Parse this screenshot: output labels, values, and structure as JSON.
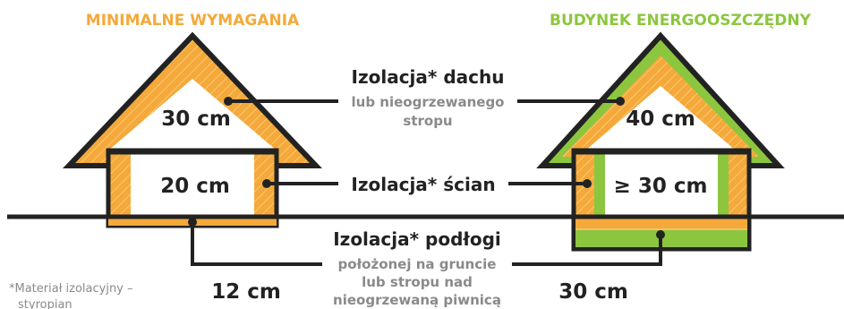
{
  "colors": {
    "orange": "#F4A93A",
    "orange_stripe": "#F7C878",
    "green": "#8CC63F",
    "dark": "#222222",
    "gray": "#8a8a8a",
    "white": "#ffffff"
  },
  "left_house": {
    "heading": "MINIMALNE WYMAGANIA",
    "roof_label": "30 cm",
    "wall_label": "20 cm",
    "floor_label": "12 cm"
  },
  "right_house": {
    "heading": "BUDYNEK ENERGOOSZCZĘDNY",
    "roof_label": "40 cm",
    "wall_label": "≥ 30 cm",
    "floor_label": "30 cm"
  },
  "center": {
    "roof_title": "Izolacja* dachu",
    "roof_sub_1": "lub nieogrzewanego",
    "roof_sub_2": "stropu",
    "wall_title": "Izolacja* ścian",
    "floor_title": "Izolacja* podłogi",
    "floor_sub_1": "położonej na gruncie",
    "floor_sub_2": "lub stropu nad",
    "floor_sub_3": "nieogrzewaną piwnicą"
  },
  "footnote": {
    "line_1": "*Materiał izolacyjny –",
    "line_2": "styropian"
  }
}
